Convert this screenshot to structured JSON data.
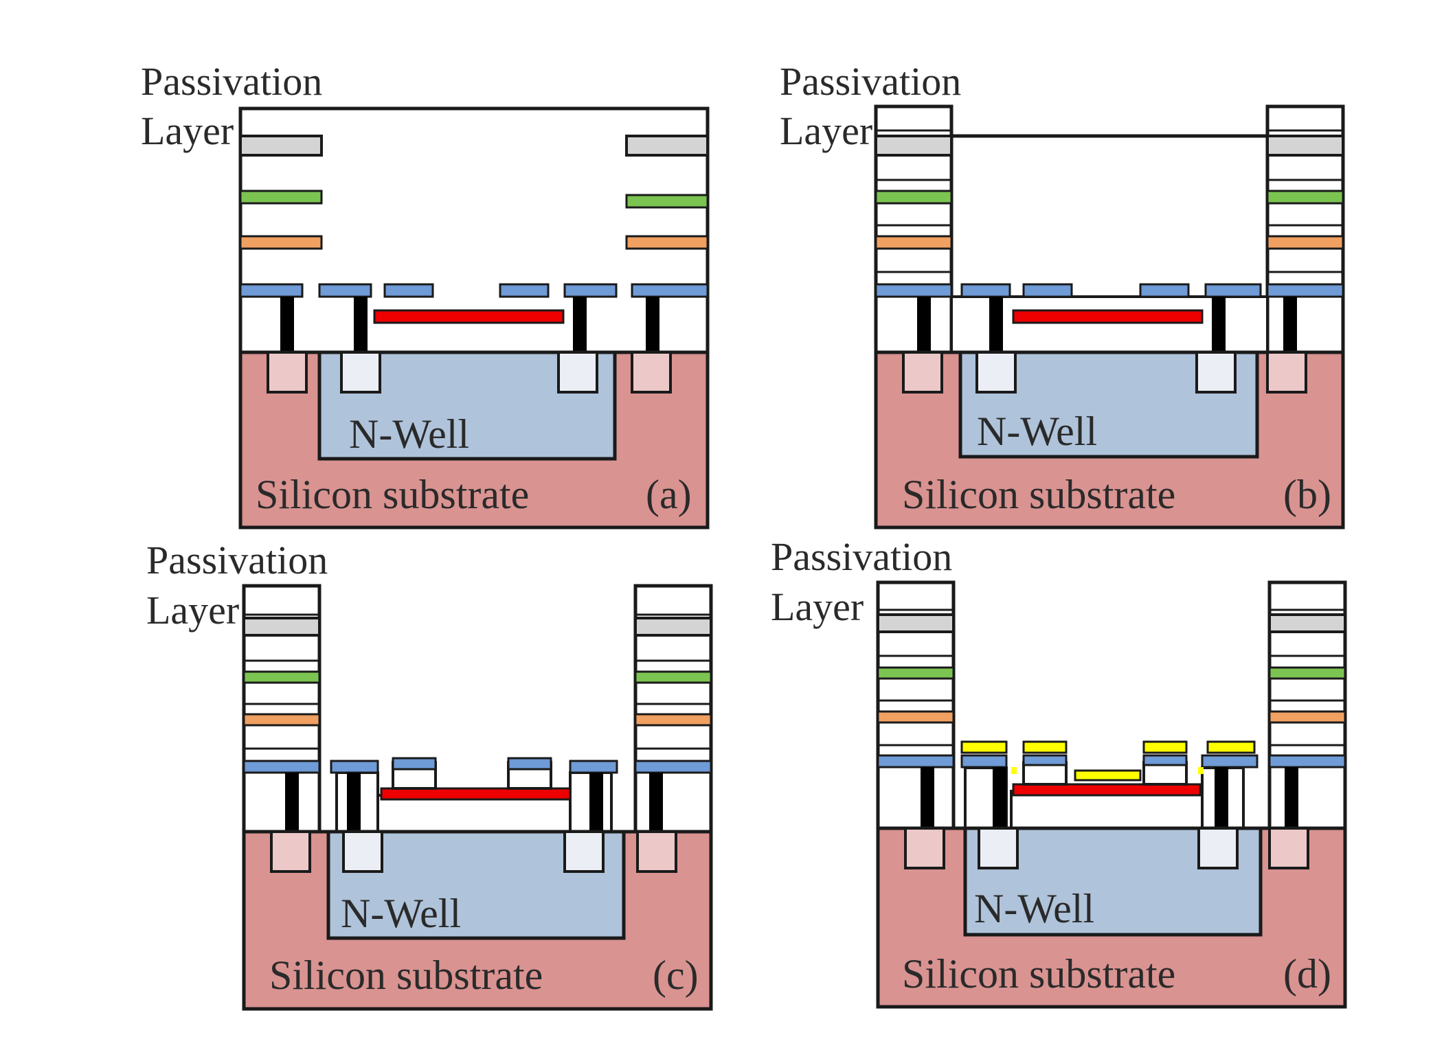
{
  "colors": {
    "substrate": "#d99391",
    "nwell": "#afc3da",
    "p_diffusion": "#ecc8c8",
    "n_diffusion": "#ebeef4",
    "passivation_metal": "#d4d4d4",
    "metal_green": "#7cc451",
    "metal_orange": "#f0a061",
    "metal_blue": "#6f9bd6",
    "poly_red": "#ee0000",
    "gold_yellow": "#ffff00",
    "via": "#000000",
    "outline": "#1a1a1a"
  },
  "panels": [
    {
      "id": "a",
      "tag": "(a)",
      "passivation_label": [
        "Passivation",
        "Layer"
      ],
      "nwell_label": "N-Well",
      "substrate_label": "Silicon substrate",
      "stage": "as fabricated, cavity filled by passivation/oxide"
    },
    {
      "id": "b",
      "tag": "(b)",
      "passivation_label": [
        "Passivation",
        "Layer"
      ],
      "nwell_label": "N-Well",
      "substrate_label": "Silicon substrate",
      "stage": "dielectric etched down to metal 1 level"
    },
    {
      "id": "c",
      "tag": "(c)",
      "passivation_label": [
        "Passivation",
        "Layer"
      ],
      "nwell_label": "N-Well",
      "substrate_label": "Silicon substrate",
      "stage": "sacrificial metal removed, poly bridge suspended"
    },
    {
      "id": "d",
      "tag": "(d)",
      "passivation_label": [
        "Passivation",
        "Layer"
      ],
      "nwell_label": "N-Well",
      "substrate_label": "Silicon substrate",
      "stage": "gold deposited on electrodes and bridge"
    }
  ]
}
